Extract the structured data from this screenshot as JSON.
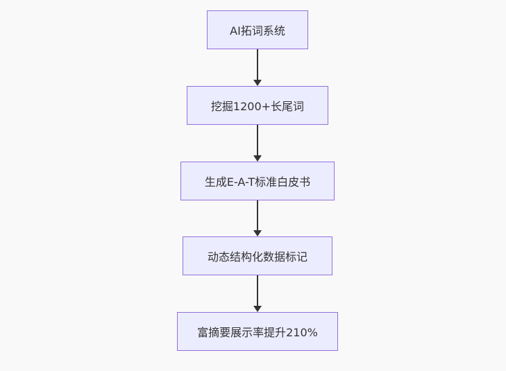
{
  "flowchart": {
    "type": "flowchart",
    "direction": "top-down",
    "background_color": "#f9f9f9",
    "node_fill_color": "#ececff",
    "node_border_color": "#9370db",
    "arrow_color": "#333333",
    "text_color": "#333333",
    "nodes": [
      {
        "id": "step-1",
        "label": "AI拓词系统"
      },
      {
        "id": "step-2",
        "label": "挖掘1200+长尾词"
      },
      {
        "id": "step-3",
        "label": "生成E-A-T标准白皮书"
      },
      {
        "id": "step-4",
        "label": "动态结构化数据标记"
      },
      {
        "id": "step-5",
        "label": "富摘要展示率提升210%"
      }
    ],
    "edges": [
      {
        "from": "step-1",
        "to": "step-2"
      },
      {
        "from": "step-2",
        "to": "step-3"
      },
      {
        "from": "step-3",
        "to": "step-4"
      },
      {
        "from": "step-4",
        "to": "step-5"
      }
    ]
  }
}
